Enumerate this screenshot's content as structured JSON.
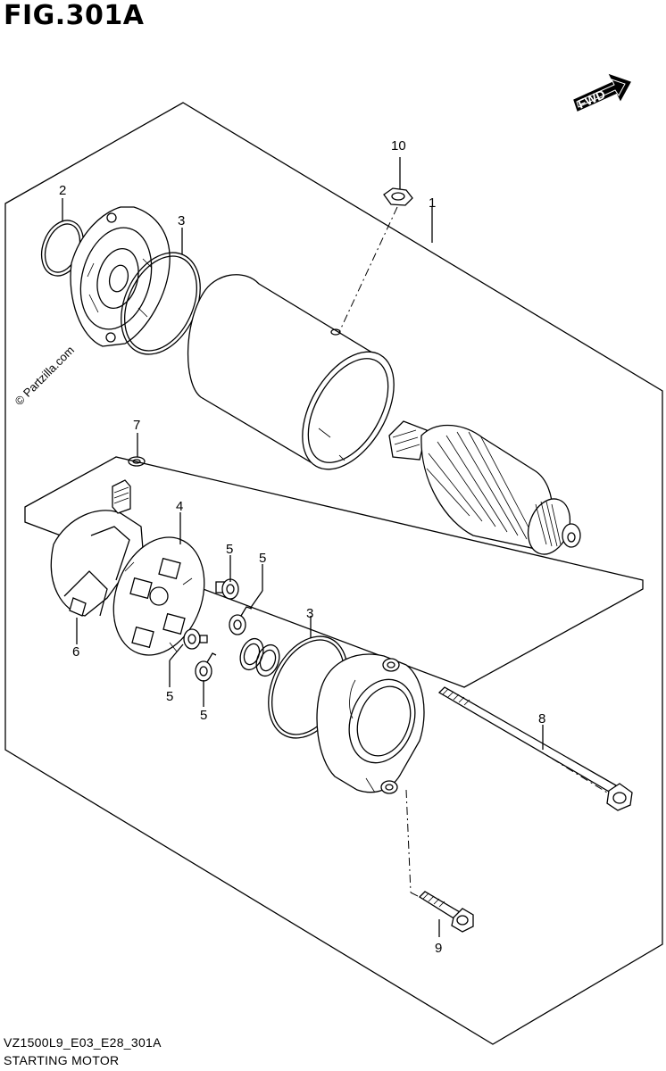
{
  "figure": {
    "title": "FIG.301A",
    "code": "VZ1500L9_E03_E28_301A",
    "name": "STARTING MOTOR",
    "watermark": "© Partzilla.com",
    "direction_badge": "FWD"
  },
  "callouts": {
    "c1": "1",
    "c2": "2",
    "c3a": "3",
    "c3b": "3",
    "c4": "4",
    "c5a": "5",
    "c5b": "5",
    "c5c": "5",
    "c5d": "5",
    "c6": "6",
    "c7": "7",
    "c8": "8",
    "c9": "9",
    "c10": "10"
  }
}
